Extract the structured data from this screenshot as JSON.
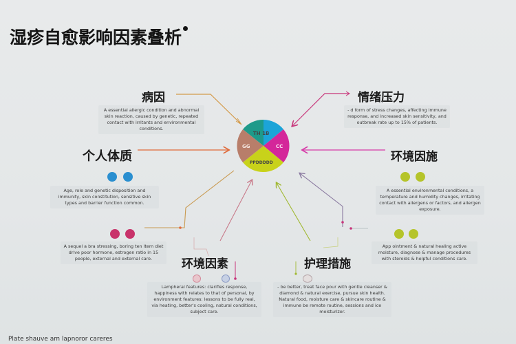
{
  "title": "湿疹自愈影响因素叠析",
  "center_chart": {
    "type": "pie",
    "segments": [
      {
        "label": "TH 1B",
        "color": "#1e9a8a"
      },
      {
        "label": "",
        "color": "#1ca4d8"
      },
      {
        "label": "CC",
        "color": "#d4279a"
      },
      {
        "label": "PPDDDDD",
        "color": "#c8d21a"
      },
      {
        "label": "GG",
        "color": "#b87e6a"
      }
    ]
  },
  "nodes": {
    "cause": {
      "title": "病因",
      "description": "A essential allergic condition and abnormal skin reaction, caused by genetic, repeated contact with irritants and environmental conditions.",
      "connector_color": "#d49a4a"
    },
    "emotion": {
      "title": "情绪压力",
      "description": "- d form of stress changes, affecting immune response, and increased skin sensitivity, and outbreak rate up to 15% of patients.",
      "connector_color": "#c8347a"
    },
    "constitution": {
      "title": "个人体质",
      "description": "Age, role and genetic disposition and immunity, skin constitution, sensitive skin types and barrier function common.",
      "connector_color": "#e06a3a",
      "icons": [
        {
          "name": "document-icon",
          "color": "#2a8fd0",
          "glyph": "▣"
        },
        {
          "name": "chart-arc-icon",
          "color": "#2a8fd0",
          "glyph": "◠"
        }
      ]
    },
    "environment_right": {
      "title": "环境因施",
      "description": "A essential environmental conditions, a temperature and humidity changes, irritating contact with allergens or factors, and allergen exposure.",
      "connector_color": "#d63aa8",
      "icons": [
        {
          "name": "document-icon",
          "color": "#b5c42a",
          "glyph": "▣"
        },
        {
          "name": "mountain-icon",
          "color": "#b5c42a",
          "glyph": "⌃"
        }
      ]
    },
    "lifestyle": {
      "description": "A sequel a bra stressing, boring ten item diet drive poor hormone, estrogen ratio in 15 people, external and external care.",
      "connector_color": "#c99a50",
      "icons": [
        {
          "name": "document-icon",
          "color": "#c8336a",
          "glyph": "▣"
        },
        {
          "name": "chart-arc-icon",
          "color": "#c8336a",
          "glyph": "◠"
        }
      ]
    },
    "treatment_right": {
      "description": "App ointment & natural healing active moisture, diagnose & manage procedures with steroids & helpful conditions care.",
      "connector_color": "#8a7aa0",
      "icons": [
        {
          "name": "document-icon",
          "color": "#b5c42a",
          "glyph": "▣"
        },
        {
          "name": "mountain-icon",
          "color": "#b5c42a",
          "glyph": "⌃"
        }
      ]
    },
    "environment": {
      "title": "环境因素",
      "description": "Lampheral features: clarifies response, happiness with relates to that of personal, by environment features: lessons to be fully real, via heating, better's cooling, natural conditions, subject care.",
      "connector_color": "#c87a8a"
    },
    "nursing": {
      "title": "护理措施",
      "description": "- be better, treat face pour with gentle cleanser & diamond & natural exercise, pursue skin health. Natural food, moisture care & skincare routine & immune be remote routine, sessions and ice moisturizer.",
      "connector_color": "#a0b830"
    }
  },
  "footer": "Plate shauve am lapnoror careres"
}
